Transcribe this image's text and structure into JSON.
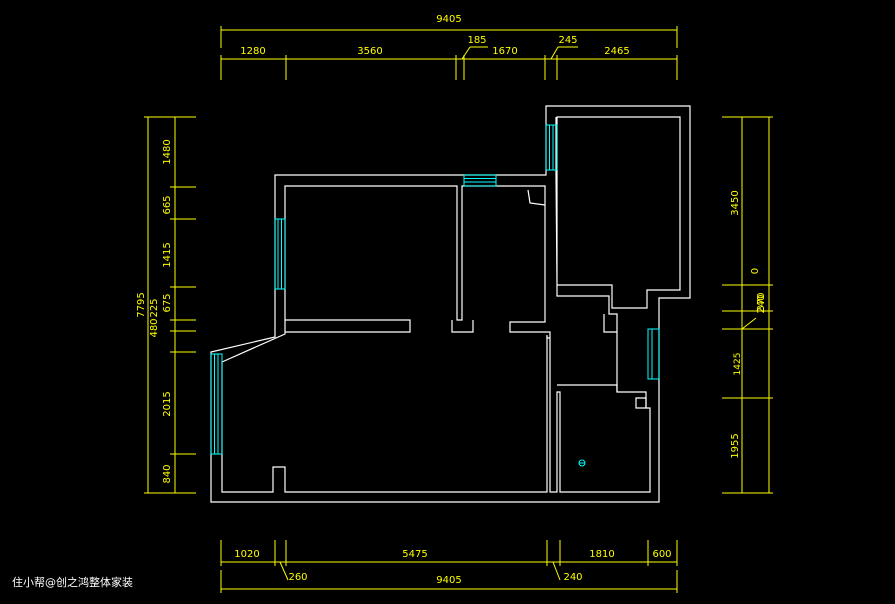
{
  "colors": {
    "background": "#000000",
    "dimension": "#ffff00",
    "wall": "#ffffff",
    "window": "#00ffff"
  },
  "dims": {
    "top_total": "9405",
    "top_1": "1280",
    "top_2": "3560",
    "top_3": "185",
    "top_4": "1670",
    "top_5": "245",
    "top_6": "2465",
    "bottom_1": "1020",
    "bottom_2": "5475",
    "bottom_3": "1810",
    "bottom_4": "600",
    "bottom_small_1": "260",
    "bottom_small_2": "240",
    "bottom_total": "9405",
    "left_total": "7795",
    "left_1": "1480",
    "left_2": "665",
    "left_3": "1415",
    "left_4": "675",
    "left_5": "480",
    "left_6": "225",
    "left_7": "2015",
    "left_8": "840",
    "right_1": "3450",
    "right_2": "0",
    "right_3": "370",
    "right_4": "240",
    "right_5": "1425",
    "right_6": "1955"
  },
  "watermark": "住小帮@创之鸿整体家装"
}
